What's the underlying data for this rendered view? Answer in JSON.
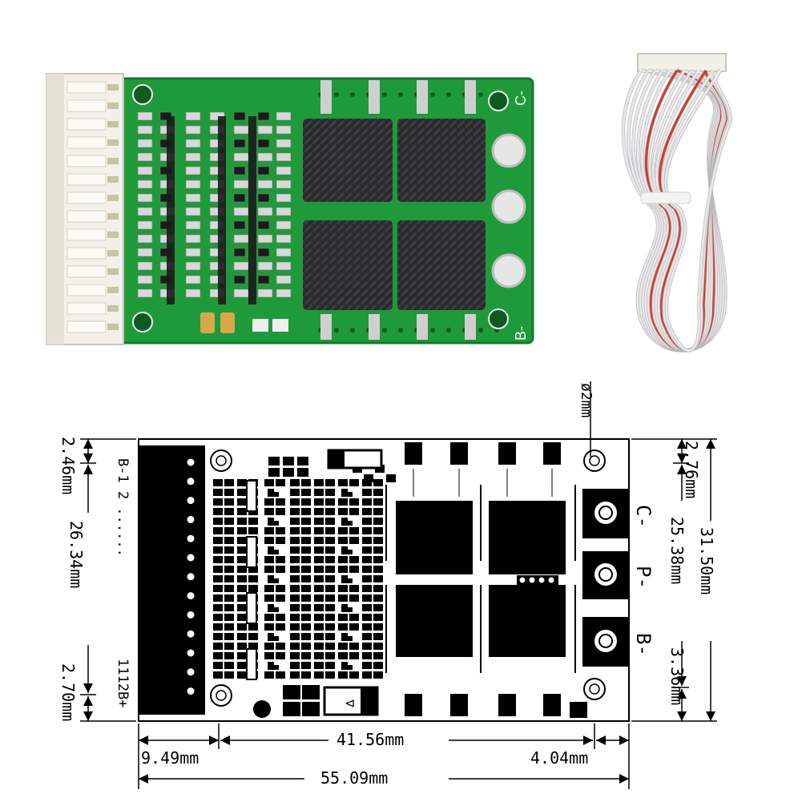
{
  "colors": {
    "pcb_green": "#1f9a3a",
    "pcb_green_dark": "#157a2b",
    "connector": "#f2f0e8",
    "mosfet": "#2b2b2e",
    "wire_white": "#e8e8ea",
    "wire_red": "#d63a2a",
    "ink": "#000000"
  },
  "photo": {
    "silk_c": "C-",
    "silk_b": "B-"
  },
  "drawing": {
    "left_label_top": "B-1 2 ......",
    "left_label_bottom": "1112B+",
    "terminal_c": "C-",
    "terminal_p": "P-",
    "terminal_b": "B-",
    "hole_label": "ø2mm",
    "dims": {
      "left_top": "2.46mm",
      "left_mid": "26.34mm",
      "left_bottom": "2.70mm",
      "right_top": "2.76mm",
      "right_mid": "25.38mm",
      "right_total": "31.50mm",
      "right_bottom": "3.36mm",
      "bottom_left": "9.49mm",
      "bottom_mid": "41.56mm",
      "bottom_right": "4.04mm",
      "bottom_total": "55.09mm"
    }
  }
}
